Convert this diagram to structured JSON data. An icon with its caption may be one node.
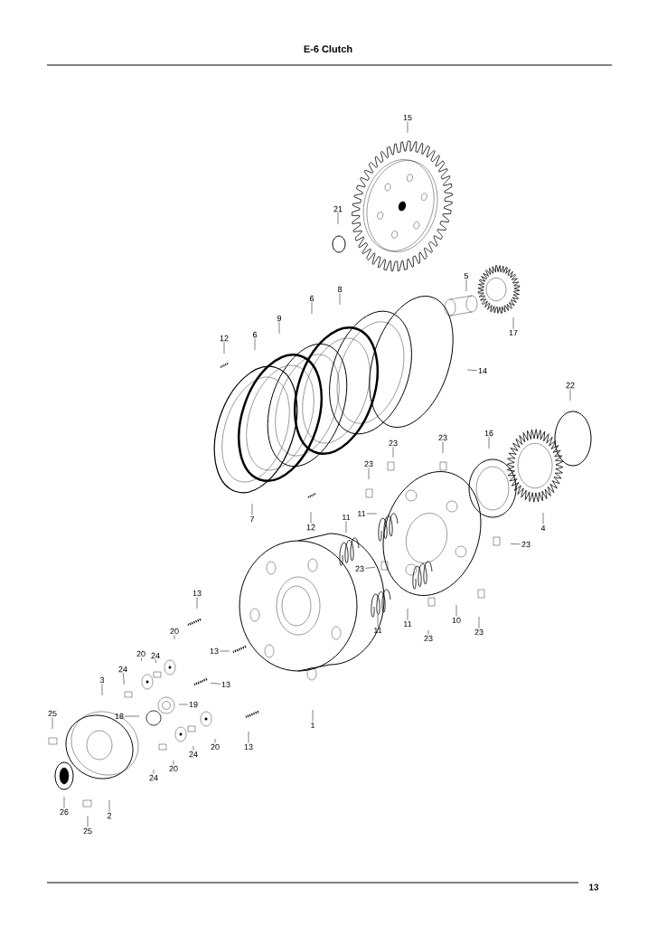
{
  "diagram": {
    "title": "E-6 Clutch",
    "nodes": [
      {
        "text": [
          "15"
        ]
      },
      {
        "text": [
          "21"
        ]
      },
      {
        "text": [
          "8"
        ]
      },
      {
        "text": [
          "5"
        ]
      },
      {
        "text": [
          "17"
        ]
      },
      {
        "text": [
          "6"
        ]
      },
      {
        "text": [
          "9"
        ]
      },
      {
        "text": [
          "12"
        ]
      },
      {
        "text": [
          "6"
        ]
      },
      {
        "text": [
          "14"
        ]
      },
      {
        "text": [
          "22"
        ]
      },
      {
        "text": [
          "7"
        ]
      },
      {
        "text": [
          "12"
        ]
      },
      {
        "text": [
          "23"
        ]
      },
      {
        "text": [
          "23"
        ]
      },
      {
        "text": [
          "23"
        ]
      },
      {
        "text": [
          "16"
        ]
      },
      {
        "text": [
          "4"
        ]
      },
      {
        "text": [
          "11"
        ]
      },
      {
        "text": [
          "11"
        ]
      },
      {
        "text": [
          "23"
        ]
      },
      {
        "text": [
          "23"
        ]
      },
      {
        "text": [
          "11"
        ]
      },
      {
        "text": [
          "11"
        ]
      },
      {
        "text": [
          "23"
        ]
      },
      {
        "text": [
          "10"
        ]
      },
      {
        "text": [
          "23"
        ]
      },
      {
        "text": [
          "13"
        ]
      },
      {
        "text": [
          "13"
        ]
      },
      {
        "text": [
          "13"
        ]
      },
      {
        "text": [
          "13"
        ]
      },
      {
        "text": [
          "1"
        ]
      },
      {
        "text": [
          "20"
        ]
      },
      {
        "text": [
          "20"
        ]
      },
      {
        "text": [
          "24"
        ]
      },
      {
        "text": [
          "24"
        ]
      },
      {
        "text": [
          "3"
        ]
      },
      {
        "text": [
          "19"
        ]
      },
      {
        "text": [
          "18"
        ]
      },
      {
        "text": [
          "25"
        ]
      },
      {
        "text": [
          "20"
        ]
      },
      {
        "text": [
          "24"
        ]
      },
      {
        "text": [
          "20"
        ]
      },
      {
        "text": [
          "24"
        ]
      },
      {
        "text": [
          "26"
        ]
      },
      {
        "text": [
          "2"
        ]
      },
      {
        "text": [
          "25"
        ]
      }
    ],
    "edges": [
      {
        "from": 0,
        "to": null,
        "arrow": "none"
      },
      {
        "from": 1,
        "to": null,
        "arrow": "none"
      },
      {
        "from": 2,
        "to": null,
        "arrow": "none"
      },
      {
        "from": 3,
        "to": null,
        "arrow": "none"
      },
      {
        "from": 4,
        "to": null,
        "arrow": "none"
      },
      {
        "from": 5,
        "to": null,
        "arrow": "none"
      },
      {
        "from": 6,
        "to": null,
        "arrow": "none"
      },
      {
        "from": 7,
        "to": null,
        "arrow": "none"
      },
      {
        "from": 8,
        "to": null,
        "arrow": "none"
      },
      {
        "from": 9,
        "to": null,
        "arrow": "none"
      },
      {
        "from": 10,
        "to": null,
        "arrow": "none"
      },
      {
        "from": 11,
        "to": null,
        "arrow": "none"
      },
      {
        "from": 12,
        "to": null,
        "arrow": "none"
      },
      {
        "from": 13,
        "to": null,
        "arrow": "none"
      },
      {
        "from": 14,
        "to": null,
        "arrow": "none"
      },
      {
        "from": 15,
        "to": null,
        "arrow": "none"
      },
      {
        "from": 16,
        "to": null,
        "arrow": "none"
      },
      {
        "from": 17,
        "to": null,
        "arrow": "none"
      },
      {
        "from": 18,
        "to": null,
        "arrow": "none"
      },
      {
        "from": 19,
        "to": null,
        "arrow": "none"
      },
      {
        "from": 20,
        "to": null,
        "arrow": "none"
      },
      {
        "from": 21,
        "to": null,
        "arrow": "none"
      },
      {
        "from": 22,
        "to": null,
        "arrow": "none"
      },
      {
        "from": 23,
        "to": null,
        "arrow": "none"
      },
      {
        "from": 24,
        "to": null,
        "arrow": "none"
      },
      {
        "from": 25,
        "to": null,
        "arrow": "none"
      },
      {
        "from": 26,
        "to": null,
        "arrow": "none"
      },
      {
        "from": 27,
        "to": null,
        "arrow": "none"
      },
      {
        "from": 28,
        "to": null,
        "arrow": "none"
      },
      {
        "from": 29,
        "to": null,
        "arrow": "none"
      },
      {
        "from": 30,
        "to": null,
        "arrow": "none"
      },
      {
        "from": 31,
        "to": null,
        "arrow": "none"
      },
      {
        "from": 32,
        "to": null,
        "arrow": "none"
      },
      {
        "from": 33,
        "to": null,
        "arrow": "none"
      },
      {
        "from": 34,
        "to": null,
        "arrow": "none"
      },
      {
        "from": 35,
        "to": null,
        "arrow": "none"
      },
      {
        "from": 36,
        "to": null,
        "arrow": "none"
      },
      {
        "from": 37,
        "to": null,
        "arrow": "none"
      },
      {
        "from": 38,
        "to": null,
        "arrow": "none"
      },
      {
        "from": 39,
        "to": null,
        "arrow": "none"
      },
      {
        "from": 40,
        "to": null,
        "arrow": "none"
      },
      {
        "from": 41,
        "to": null,
        "arrow": "none"
      },
      {
        "from": 42,
        "to": null,
        "arrow": "none"
      },
      {
        "from": 43,
        "to": null,
        "arrow": "none"
      },
      {
        "from": 44,
        "to": null,
        "arrow": "none"
      },
      {
        "from": 45,
        "to": null,
        "arrow": "none"
      },
      {
        "from": 46,
        "to": null,
        "arrow": "none"
      }
    ],
    "labels": [
      "13"
    ]
  }
}
